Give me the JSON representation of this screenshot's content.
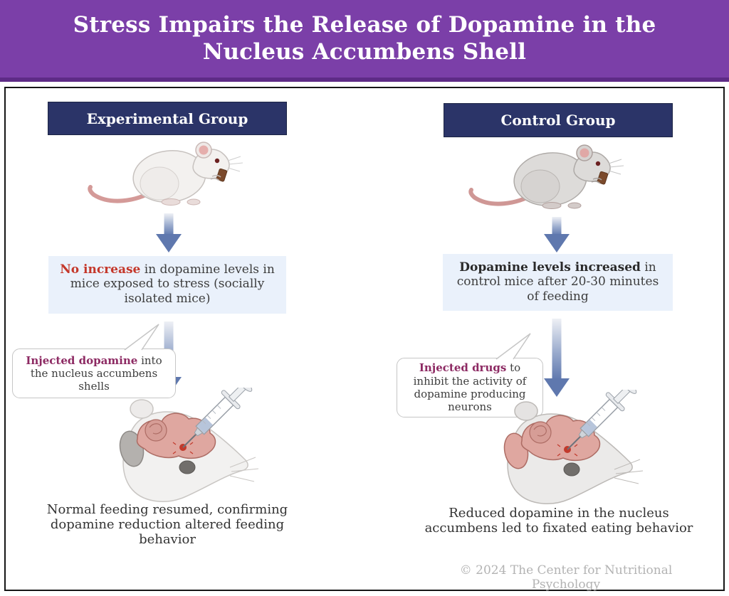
{
  "banner": {
    "title": "Stress Impairs the Release of Dopamine in the Nucleus Accumbens Shell"
  },
  "columns": [
    {
      "header": "Experimental Group",
      "mouse_icon": "white-mouse-eating-icon",
      "arrow_icon": "down-arrow-icon",
      "finding": {
        "highlight": "No increase",
        "rest": " in dopamine levels in mice exposed to stress (socially isolated mice)",
        "highlight_color": "#c4372a"
      },
      "bubble": {
        "highlight": "Injected dopamine",
        "rest": " into the nucleus accumbens shells",
        "highlight_color": "#8d2a63"
      },
      "injection_icon": "syringe-into-mouse-brain-icon",
      "result": "Normal feeding resumed, confirming dopamine reduction altered feeding behavior"
    },
    {
      "header": "Control Group",
      "mouse_icon": "gray-mouse-eating-icon",
      "arrow_icon": "down-arrow-icon",
      "finding": {
        "highlight": "Dopamine levels increased",
        "rest": " in control mice after 20-30 minutes of feeding",
        "highlight_color": "#2a2a2a"
      },
      "bubble": {
        "highlight": "Injected drugs",
        "rest": " to inhibit the activity of dopamine producing neurons",
        "highlight_color": "#8d2a63"
      },
      "injection_icon": "syringe-into-mouse-brain-icon",
      "result": "Reduced dopamine in the nucleus accumbens led to fixated eating behavior"
    }
  ],
  "footer": {
    "copyright": "© 2024 The Center for Nutritional Psychology"
  },
  "colors": {
    "banner_bg": "#7b3fa8",
    "banner_bg_dark": "#5e2b86",
    "group_header_bg": "#2b3468",
    "finding_bg": "#eaf1fb",
    "arrow_blue": "#5f78ae",
    "highlight_red": "#c4372a",
    "highlight_magenta": "#8d2a63",
    "body_text": "#3d3d3d",
    "copyright_gray": "#b3b3b3"
  }
}
